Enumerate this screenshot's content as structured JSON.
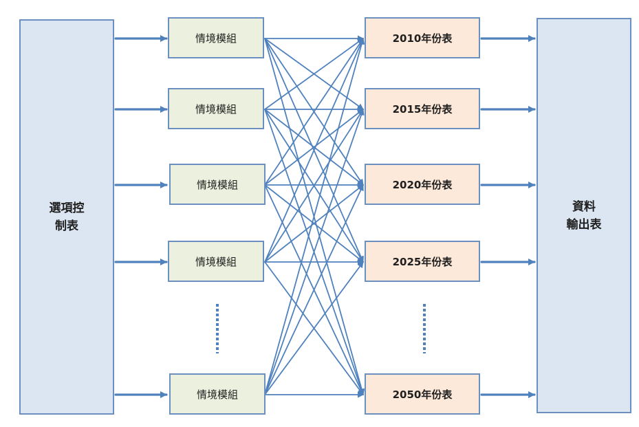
{
  "control_box": {
    "line1": "選項控",
    "line2": "制表"
  },
  "output_box": {
    "line1": "資料",
    "line2": "輸出表"
  },
  "modules": [
    {
      "label": "情境模組"
    },
    {
      "label": "情境模組"
    },
    {
      "label": "情境模組"
    },
    {
      "label": "情境模組"
    },
    {
      "label": "情境模組"
    }
  ],
  "year_tables": [
    {
      "label": "2010年份表"
    },
    {
      "label": "2015年份表"
    },
    {
      "label": "2020年份表"
    },
    {
      "label": "2025年份表"
    },
    {
      "label": "2050年份表"
    }
  ],
  "colors": {
    "arrow": "#4f81bd",
    "box_border": "#6b8fbf",
    "control_fill": "#dce6f2",
    "module_fill": "#ebf1de",
    "year_fill": "#fde9d9"
  }
}
